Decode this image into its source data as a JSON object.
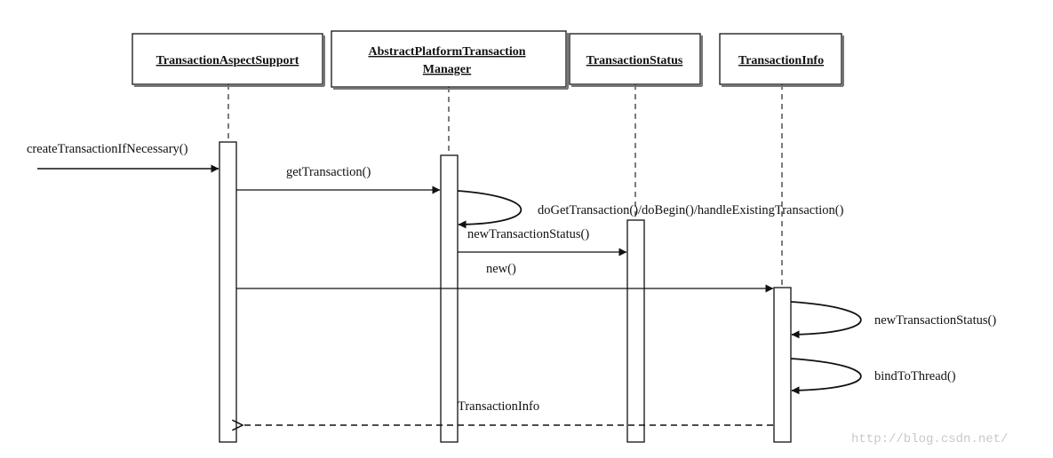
{
  "diagram": {
    "participants": {
      "aspect_support": "TransactionAspectSupport",
      "platform_manager_line1": "AbstractPlatformTransaction",
      "platform_manager_line2": "Manager",
      "transaction_status": "TransactionStatus",
      "transaction_info": "TransactionInfo"
    },
    "messages": {
      "create_if_necessary": "createTransactionIfNecessary()",
      "get_transaction": "getTransaction()",
      "do_get_transaction": "doGetTransaction()/doBegin()/handleExistingTransaction()",
      "new_status_call": "newTransactionStatus()",
      "new_info": "new()",
      "new_status_self": "newTransactionStatus()",
      "bind_to_thread": "bindToThread()",
      "return_info": "TransactionInfo"
    },
    "watermark": "http://blog.csdn.net/"
  }
}
